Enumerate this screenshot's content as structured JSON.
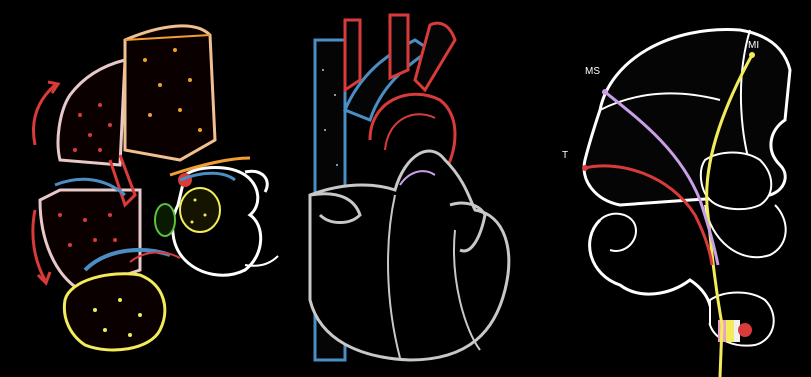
{
  "labels": {
    "mi": "MI",
    "ms": "MS",
    "t": "T"
  },
  "colors": {
    "background": "#000000",
    "outline": "#ffffff",
    "red": "#d93a3a",
    "blue": "#4a8fc4",
    "yellow": "#f2ec5a",
    "orange": "#f0a030",
    "purple": "#c9a0e8",
    "pink_outline": "#e8c8c8",
    "green": "#5fbf3f",
    "grey": "#c8c8c8"
  }
}
